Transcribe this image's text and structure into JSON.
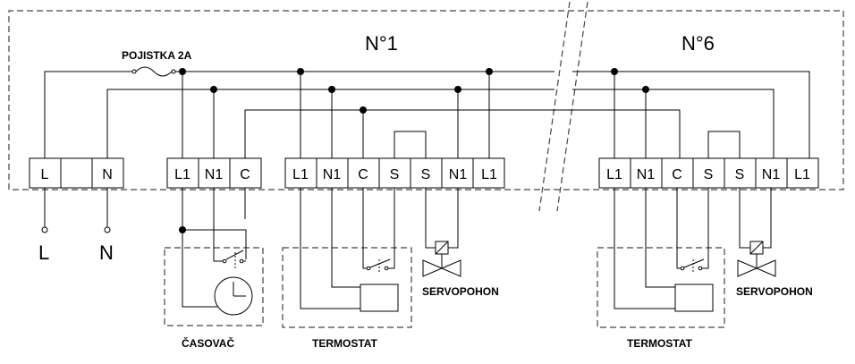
{
  "fuse": {
    "label": "POJISTKA 2A"
  },
  "zones": [
    {
      "label": "N°1"
    },
    {
      "label": "N°6"
    }
  ],
  "supply": {
    "terminals": [
      "L",
      "",
      "N"
    ],
    "outputs": [
      "L",
      "N"
    ]
  },
  "timer_terminals": [
    "L1",
    "N1",
    "C"
  ],
  "zone1_terminals": [
    "L1",
    "N1",
    "C",
    "S",
    "S",
    "N1",
    "L1"
  ],
  "zone6_terminals": [
    "L1",
    "N1",
    "C",
    "S",
    "S",
    "N1",
    "L1"
  ],
  "devices": {
    "timer": "ČASOVAČ",
    "thermostat1": "TERMOSTAT",
    "thermostat6": "TERMOSTAT",
    "actuator1": "SERVOPOHON",
    "actuator6": "SERVOPOHON"
  }
}
